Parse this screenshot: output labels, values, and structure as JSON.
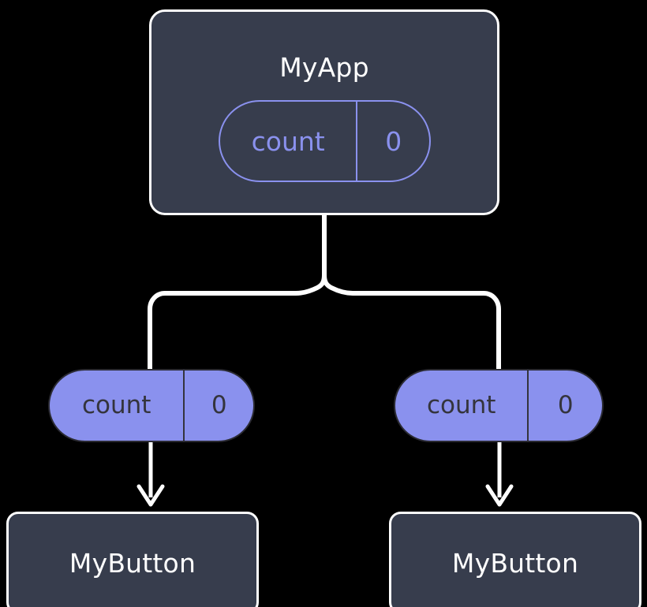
{
  "diagram": {
    "type": "component-tree",
    "background_color": "#000000",
    "accent_color": "#8a91ee",
    "node_fill_color": "#373d4d",
    "node_border_color": "#ffffff",
    "connector_color": "#ffffff",
    "root": {
      "name": "root-component",
      "title": "MyApp",
      "state": {
        "key": "count",
        "value": "0"
      }
    },
    "branches": [
      {
        "name": "left-branch",
        "prop": {
          "key": "count",
          "value": "0"
        },
        "child": {
          "name": "child-component-left",
          "title": "MyButton"
        }
      },
      {
        "name": "right-branch",
        "prop": {
          "key": "count",
          "value": "0"
        },
        "child": {
          "name": "child-component-right",
          "title": "MyButton"
        }
      }
    ]
  }
}
